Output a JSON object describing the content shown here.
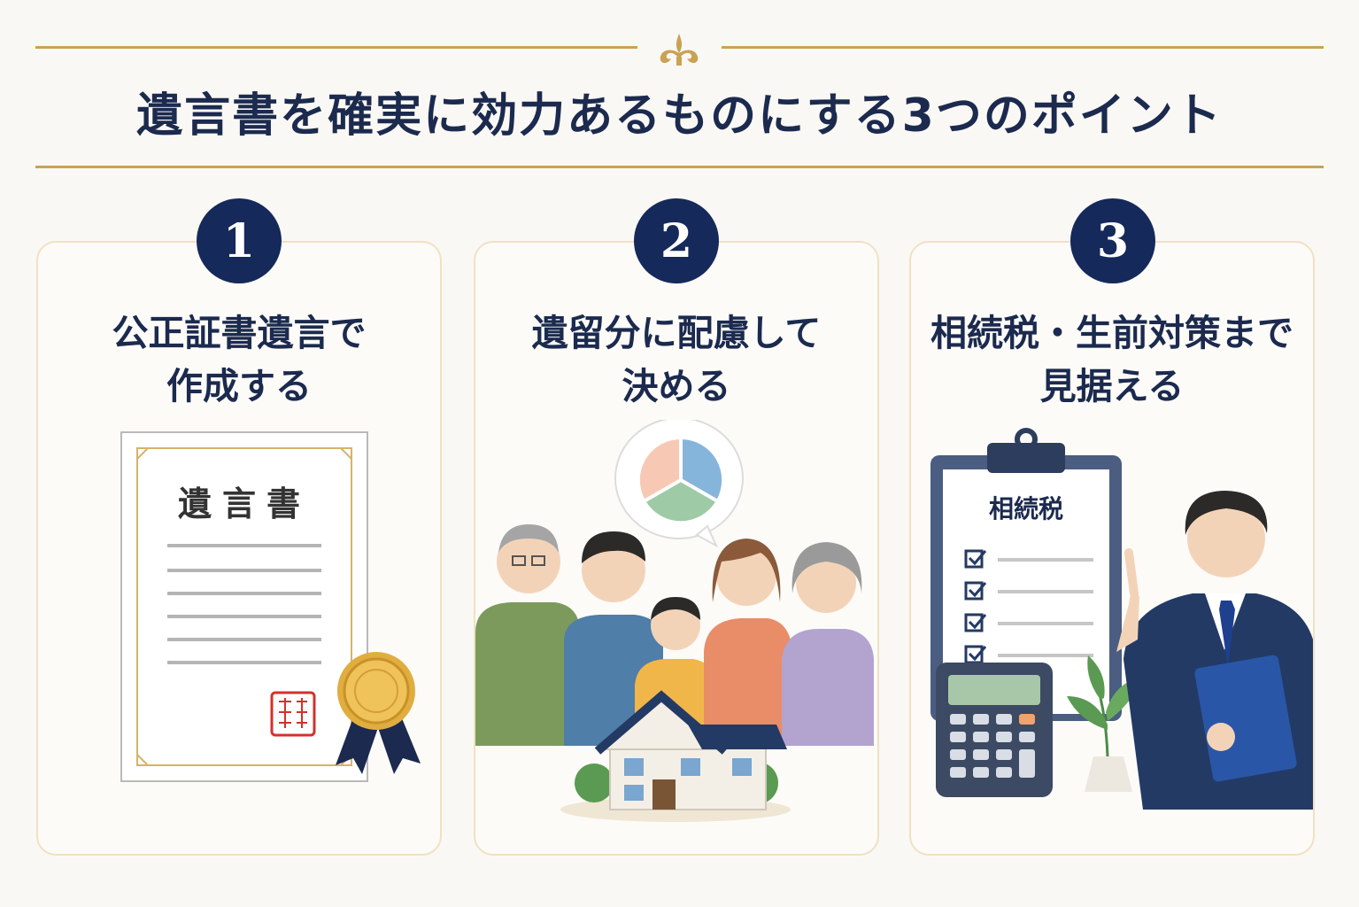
{
  "header": {
    "title": "遺言書を確実に効力あるものにする3つのポイント"
  },
  "points": [
    {
      "number": "1",
      "title_line1": "公正証書遺言で",
      "title_line2": "作成する",
      "illustration": {
        "document_title": "遺言書",
        "icons": [
          "certificate-icon",
          "seal-stamp-icon",
          "gold-medal-ribbon-icon"
        ]
      }
    },
    {
      "number": "2",
      "title_line1": "遺留分に配慮して",
      "title_line2": "決める",
      "illustration": {
        "icons": [
          "pie-chart-speech-bubble-icon",
          "family-group-icon",
          "house-icon"
        ],
        "pie_colors": [
          "#f7c9b5",
          "#86b5dc",
          "#9ecaa6"
        ]
      }
    },
    {
      "number": "3",
      "title_line1": "相続税・生前対策まで",
      "title_line2": "見据える",
      "illustration": {
        "clipboard_title": "相続税",
        "icons": [
          "clipboard-checklist-icon",
          "calculator-icon",
          "plant-icon",
          "businessman-icon"
        ]
      }
    }
  ],
  "colors": {
    "navy": "#15295a",
    "gold": "#c9a253",
    "card_border": "#f1e1c3",
    "background": "#faf8f4"
  }
}
